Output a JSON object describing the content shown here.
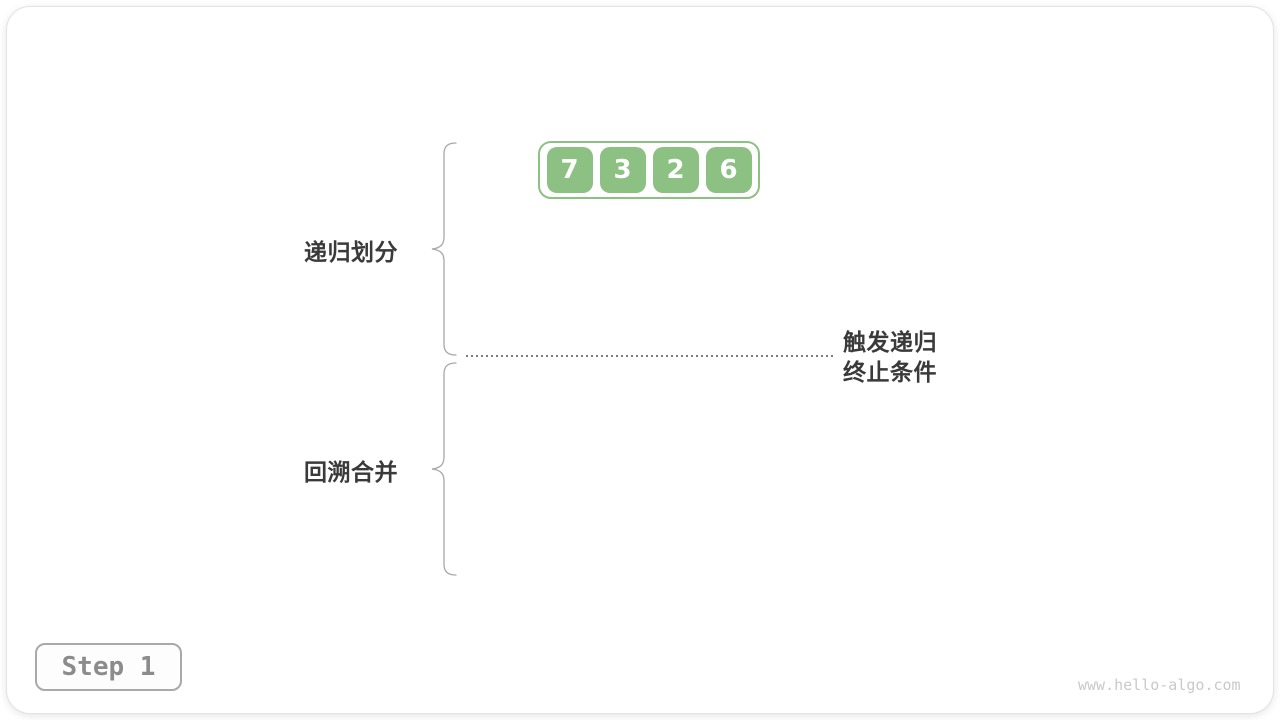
{
  "diagram": {
    "array": {
      "values": [
        "7",
        "3",
        "2",
        "6"
      ]
    },
    "labels": {
      "divide": "递归划分",
      "merge": "回溯合并",
      "terminate_line1": "触发递归",
      "terminate_line2": "终止条件"
    }
  },
  "footer": {
    "step_label": "Step 1",
    "watermark": "www.hello-algo.com"
  },
  "colors": {
    "green": "#8dc183",
    "label": "#3a3a3a",
    "brace": "#a8a8a8",
    "dots": "#7c7c7c",
    "step_border": "#a9a9a9",
    "step_text": "#8c8c8c",
    "watermark": "#c9c9c9",
    "card_border": "#e3e3e3"
  }
}
